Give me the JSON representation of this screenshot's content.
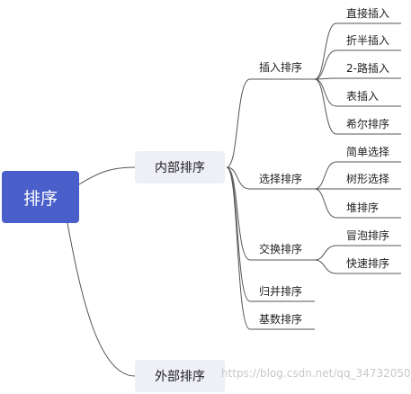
{
  "root": {
    "label": "排序"
  },
  "internal": {
    "label": "内部排序",
    "children": [
      {
        "label": "插入排序",
        "children": [
          "直接插入",
          "折半插入",
          "2-路插入",
          "表插入",
          "希尔排序"
        ]
      },
      {
        "label": "选择排序",
        "children": [
          "简单选择",
          "树形选择",
          "堆排序"
        ]
      },
      {
        "label": "交换排序",
        "children": [
          "冒泡排序",
          "快速排序"
        ]
      },
      {
        "label": "归并排序",
        "children": []
      },
      {
        "label": "基数排序",
        "children": []
      }
    ]
  },
  "external": {
    "label": "外部排序"
  },
  "watermark": "https://blog.csdn.net/qq_34732050",
  "colors": {
    "root_fill": "#4a5fc9",
    "branch_fill": "#eeeff7",
    "line": "#555555"
  }
}
